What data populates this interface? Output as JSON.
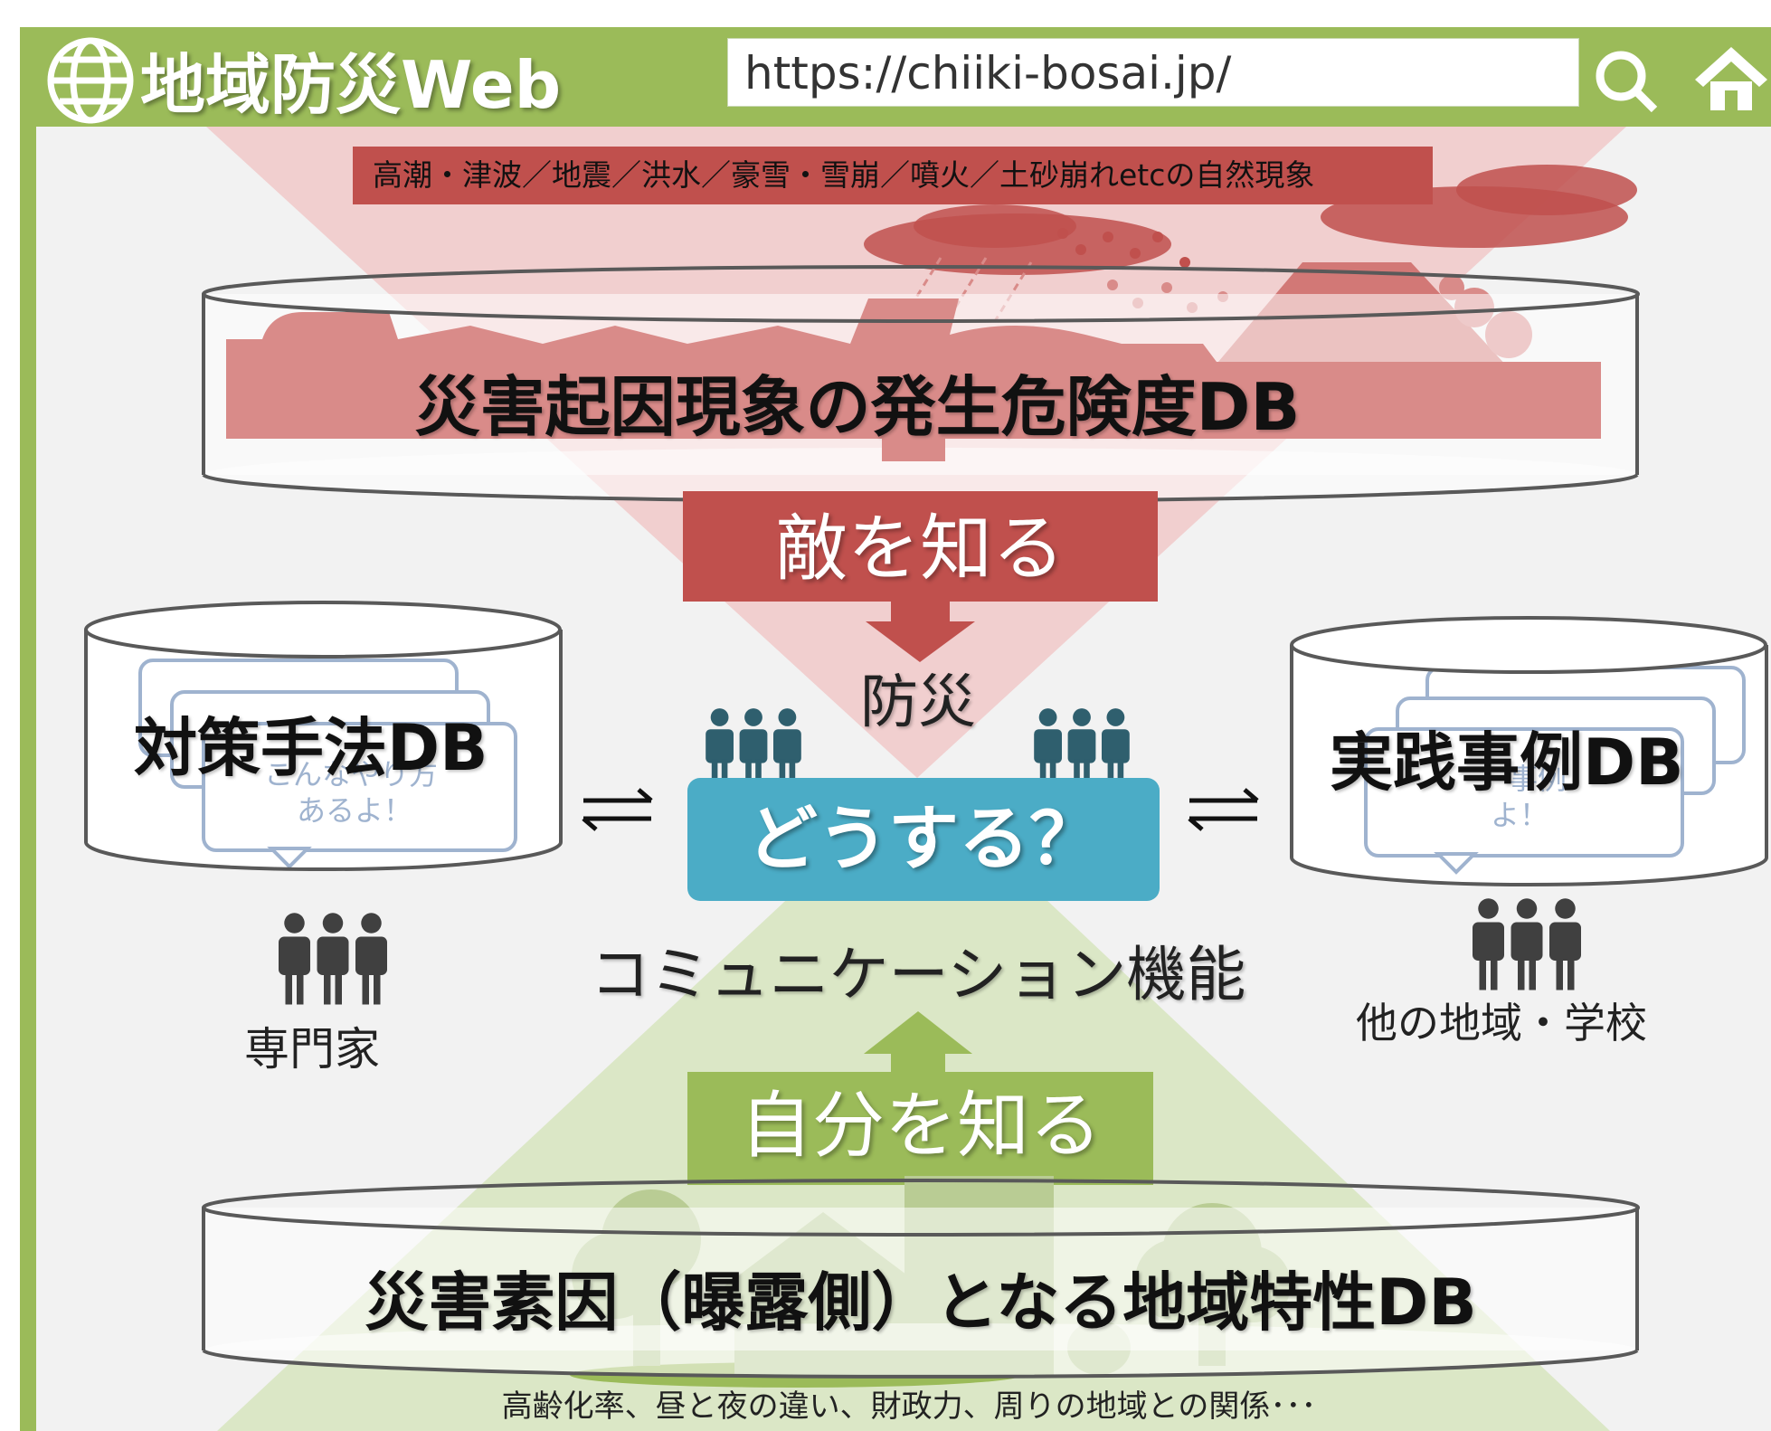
{
  "header": {
    "site_title": "地域防災Web",
    "url": "https://chiiki-bosai.jp/",
    "icons": [
      "globe-icon",
      "search-icon",
      "home-icon"
    ]
  },
  "hazard_banner": "高潮・津波／地震／洪水／豪雪・雪崩／噴火／土砂崩れetcの自然現象",
  "databases": {
    "hazard_db": "災害起因現象の発生危険度DB",
    "countermeasure_db": "対策手法DB",
    "countermeasure_bubble": [
      "こんなやり方",
      "あるよ！"
    ],
    "case_db": "実践事例DB",
    "case_bubble": [
      "事例",
      "よ！"
    ],
    "regional_db": "災害素因（曝露側）となる地域特性DB"
  },
  "arrows": {
    "know_enemy": "敵を知る",
    "know_self": "自分を知る"
  },
  "center": {
    "bosai": "防災",
    "action_button": "どうする？",
    "communication": "コミュニケーション機能"
  },
  "people": {
    "experts": "専門家",
    "other_regions": "他の地域・学校"
  },
  "footer_note": "高齢化率、昼と夜の違い、財政力、周りの地域との関係･･･",
  "colors": {
    "header_green": "#9bbb59",
    "hazard_red": "#c0504d",
    "hazard_light": "#f0c8c8",
    "action_blue": "#4bacc6",
    "people_teal": "#2f5f6e",
    "region_green": "#c4d89c"
  }
}
